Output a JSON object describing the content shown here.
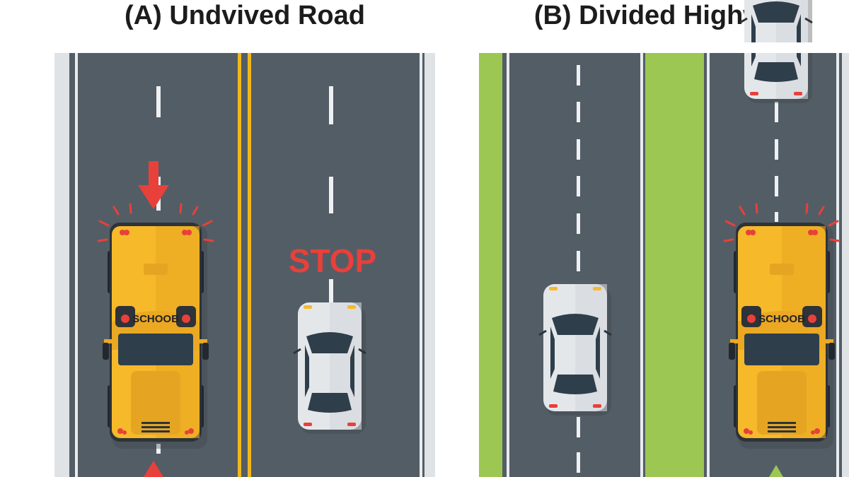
{
  "panels": {
    "a": {
      "title": "(A) Undvived Road",
      "stop_label": "STOP",
      "bus_label": "SCHOOB"
    },
    "b": {
      "title": "(B) Divided Highway",
      "bus_label": "SCHOOB"
    }
  },
  "colors": {
    "road": "#535d66",
    "bus": "#f6b92a",
    "median": "#9cc752",
    "center_line": "#f0b81c",
    "alert": "#e8403a"
  }
}
